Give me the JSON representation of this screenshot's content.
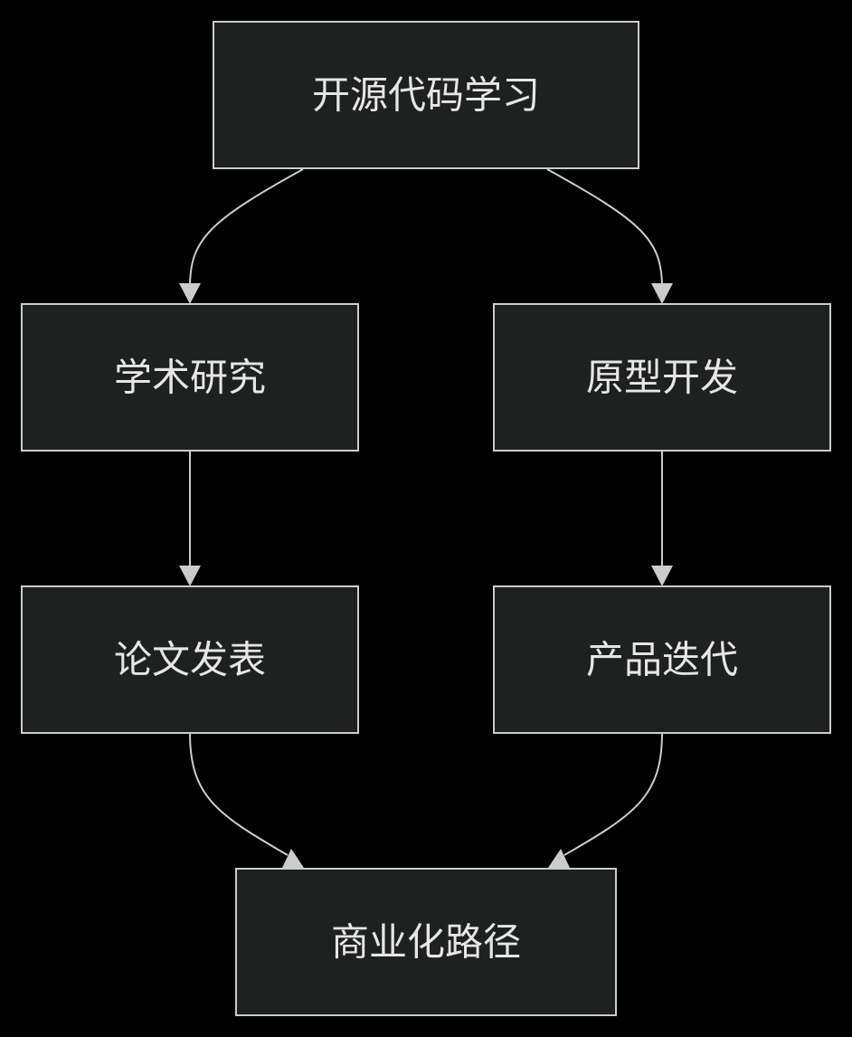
{
  "diagram": {
    "nodes": [
      {
        "id": "n1",
        "label": "开源代码学习"
      },
      {
        "id": "n2",
        "label": "学术研究"
      },
      {
        "id": "n3",
        "label": "原型开发"
      },
      {
        "id": "n4",
        "label": "论文发表"
      },
      {
        "id": "n5",
        "label": "产品迭代"
      },
      {
        "id": "n6",
        "label": "商业化路径"
      }
    ],
    "edges": [
      {
        "from": "n1",
        "to": "n2"
      },
      {
        "from": "n1",
        "to": "n3"
      },
      {
        "from": "n2",
        "to": "n4"
      },
      {
        "from": "n3",
        "to": "n5"
      },
      {
        "from": "n4",
        "to": "n6"
      },
      {
        "from": "n5",
        "to": "n6"
      }
    ],
    "colors": {
      "background": "#000000",
      "node_fill": "#1f2020",
      "node_stroke": "#cccccc",
      "edge": "#cccccc",
      "text": "#e6e6e6"
    }
  }
}
